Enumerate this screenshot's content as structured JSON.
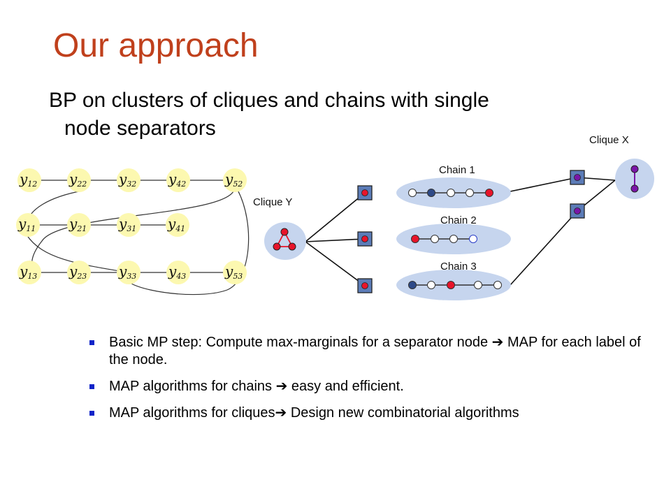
{
  "slide": {
    "title": "Our approach",
    "subtitle_line1": "BP on clusters of cliques and chains with single",
    "subtitle_line2": "node separators"
  },
  "graph_nodes": [
    {
      "sym": "y",
      "sub": "12"
    },
    {
      "sym": "y",
      "sub": "22"
    },
    {
      "sym": "y",
      "sub": "32"
    },
    {
      "sym": "y",
      "sub": "42"
    },
    {
      "sym": "y",
      "sub": "52"
    },
    {
      "sym": "y",
      "sub": "11"
    },
    {
      "sym": "y",
      "sub": "21"
    },
    {
      "sym": "y",
      "sub": "31"
    },
    {
      "sym": "y",
      "sub": "41"
    },
    {
      "sym": "y",
      "sub": "13"
    },
    {
      "sym": "y",
      "sub": "23"
    },
    {
      "sym": "y",
      "sub": "33"
    },
    {
      "sym": "y",
      "sub": "43"
    },
    {
      "sym": "y",
      "sub": "53"
    }
  ],
  "cluster_labels": {
    "clique_x": "Clique X",
    "clique_y": "Clique Y",
    "chain1": "Chain 1",
    "chain2": "Chain 2",
    "chain3": "Chain 3"
  },
  "bullets": [
    {
      "text": "Basic MP step: Compute max-marginals for a separator node ➔ MAP for each label of the node."
    },
    {
      "text": "MAP algorithms for chains  ➔ easy and efficient."
    },
    {
      "text": "MAP algorithms for cliques➔ Design new combinatorial algorithms"
    }
  ],
  "colors": {
    "title": "#c0401c",
    "node_fill": "#fcf8b0",
    "cluster_fill": "#c6d5ee",
    "red_node": "#e8142a",
    "dark_blue_node": "#2e4a88",
    "purple_node": "#7a16a8",
    "separator_box": "#5c7cb8",
    "bullet": "#0f24c8"
  }
}
